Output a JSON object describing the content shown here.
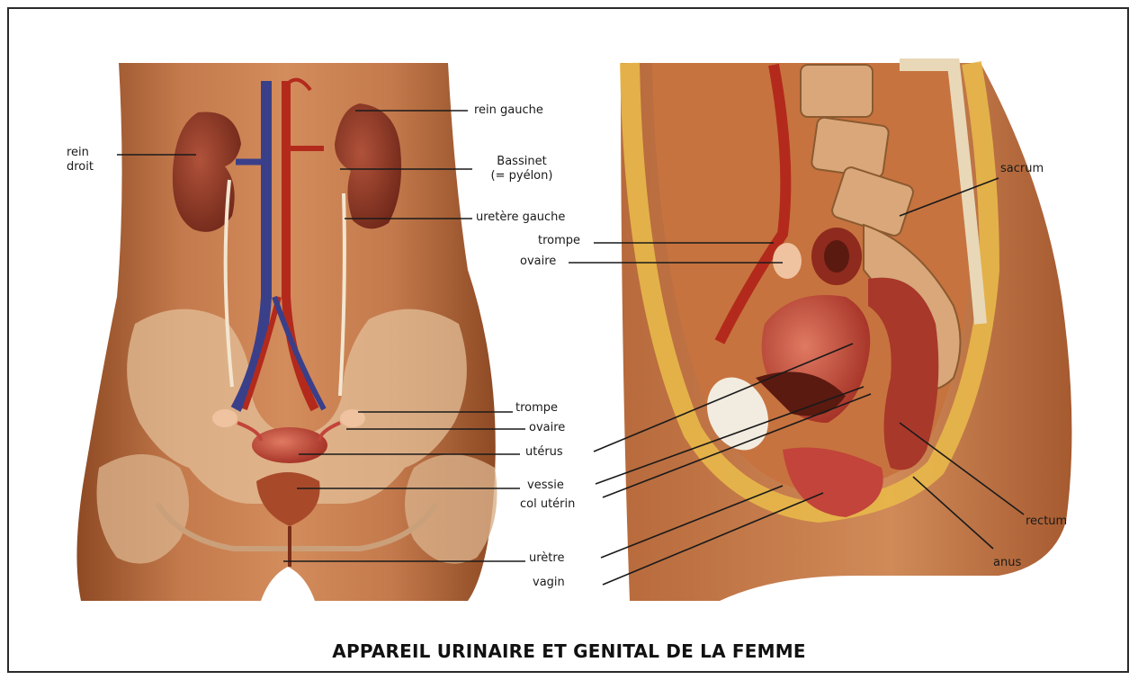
{
  "title": "APPAREIL URINAIRE ET GENITAL DE LA FEMME",
  "labels": {
    "rein_droit": "rein\ndroit",
    "rein_gauche": "rein gauche",
    "bassinet": "Bassinet\n(= pyélon)",
    "uretere_gauche": "uretère gauche",
    "trompe_front": "trompe",
    "ovaire_front": "ovaire",
    "uterus": "utérus",
    "vessie": "vessie",
    "col_uterin": "col utérin",
    "uretre": "urètre",
    "vagin": "vagin",
    "trompe_side": "trompe",
    "ovaire_side": "ovaire",
    "sacrum": "sacrum",
    "rectum": "rectum",
    "anus": "anus"
  },
  "colors": {
    "skin": "#c9794a",
    "skin_dark": "#a65a30",
    "bone": "#e8c9a8",
    "kidney": "#8e3a2a",
    "artery": "#b32a1c",
    "vein": "#3a3f8a",
    "uterus": "#c2443a",
    "fat": "#e8b84a"
  }
}
